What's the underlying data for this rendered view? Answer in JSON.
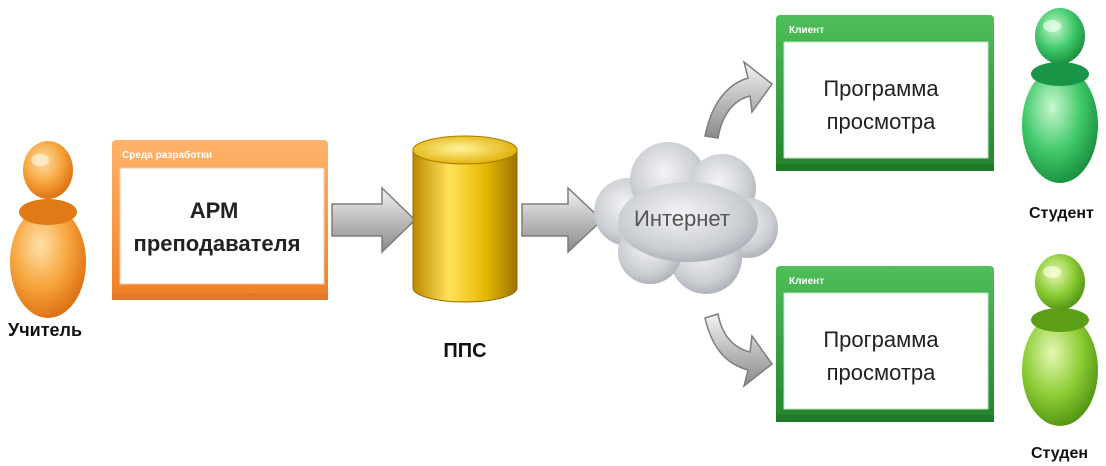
{
  "teacher": {
    "label": "Учитель"
  },
  "dev_env": {
    "tag": "Среда разработки",
    "line1": "АРМ",
    "line2": "преподавателя"
  },
  "database": {
    "label": "ППС"
  },
  "network": {
    "label": "Интернет"
  },
  "clients": [
    {
      "tag": "Клиент",
      "line1": "Программа",
      "line2": "просмотра"
    },
    {
      "tag": "Клиент",
      "line1": "Программа",
      "line2": "просмотра"
    }
  ],
  "students": [
    {
      "label": "Студент"
    },
    {
      "label": "Студен"
    }
  ],
  "colors": {
    "teacher_orange": "#f39a2e",
    "dev_box_border": "#ef8a3c",
    "db_gold": "#e5b800",
    "client_green": "#2f9a3a",
    "student_green_top": "#3fc86a",
    "student_green_bottom": "#8ccc34",
    "arrow_gray": "#9a9a9a",
    "cloud_gray": "#b8bcc2"
  }
}
